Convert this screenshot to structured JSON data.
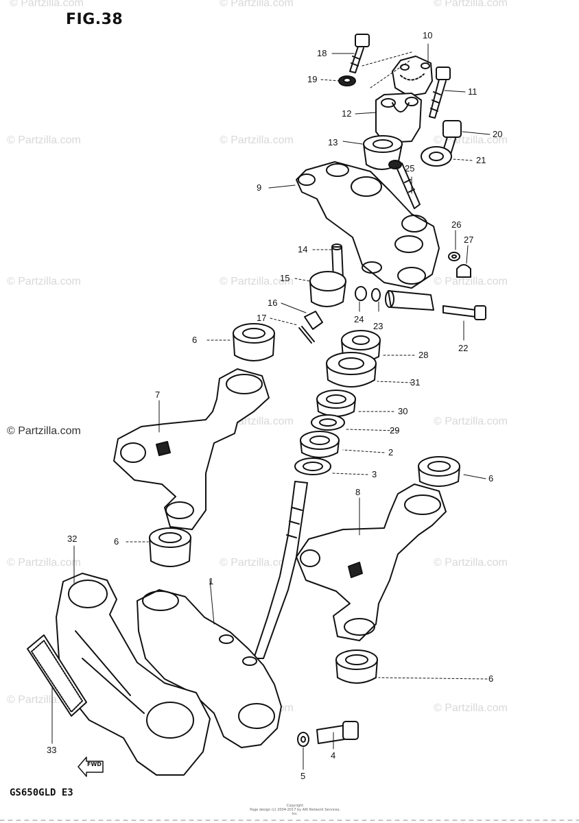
{
  "figure": {
    "title": "FIG.38",
    "model_code": "GS650GLD  E3",
    "copyright_line1": "Copyright",
    "copyright_line2": "Page design (c) 2004-2017 by ARI Network Services, Inc.",
    "fwd_label": "FWD"
  },
  "watermark": {
    "text": "© Partzilla.com",
    "text_prominent": "© Partzilla.com"
  },
  "callouts": [
    {
      "num": "1"
    },
    {
      "num": "2"
    },
    {
      "num": "3"
    },
    {
      "num": "4"
    },
    {
      "num": "5"
    },
    {
      "num": "6"
    },
    {
      "num": "6"
    },
    {
      "num": "6"
    },
    {
      "num": "6"
    },
    {
      "num": "7"
    },
    {
      "num": "8"
    },
    {
      "num": "9"
    },
    {
      "num": "10"
    },
    {
      "num": "11"
    },
    {
      "num": "12"
    },
    {
      "num": "13"
    },
    {
      "num": "14"
    },
    {
      "num": "15"
    },
    {
      "num": "16"
    },
    {
      "num": "17"
    },
    {
      "num": "18"
    },
    {
      "num": "19"
    },
    {
      "num": "20"
    },
    {
      "num": "21"
    },
    {
      "num": "22"
    },
    {
      "num": "23"
    },
    {
      "num": "24"
    },
    {
      "num": "25"
    },
    {
      "num": "26"
    },
    {
      "num": "27"
    },
    {
      "num": "28"
    },
    {
      "num": "29"
    },
    {
      "num": "30"
    },
    {
      "num": "31"
    },
    {
      "num": "32"
    },
    {
      "num": "33"
    }
  ]
}
